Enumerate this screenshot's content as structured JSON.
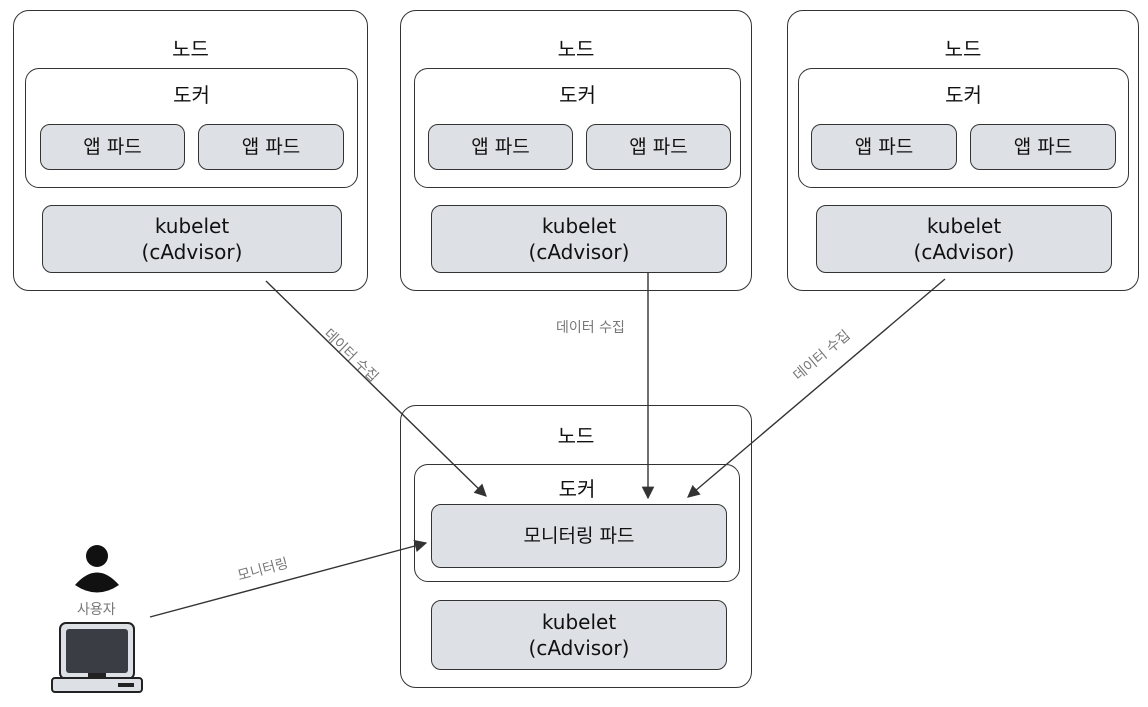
{
  "node_title": "노드",
  "docker_title": "도커",
  "app_pod": "앱 파드",
  "kubelet": "kubelet",
  "cadvisor": "(cAdvisor)",
  "monitoring_pod": "모니터링 파드",
  "data_collect": "데이터 수집",
  "monitoring_edge": "모니터링",
  "user": "사용자",
  "colors": {
    "pill_fill": "#dde0e4",
    "stroke": "#333333",
    "edge_label": "#777777"
  },
  "icons": [
    "user-icon",
    "computer-icon"
  ]
}
